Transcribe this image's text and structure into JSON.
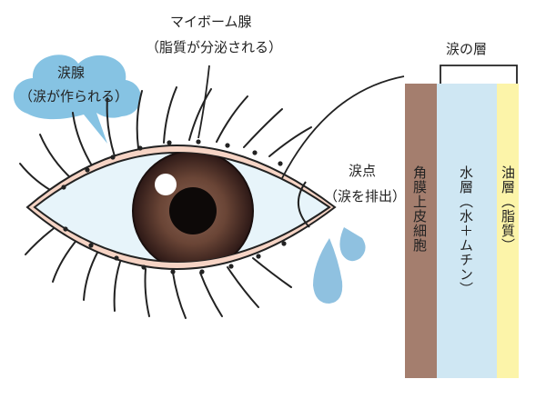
{
  "labels": {
    "meibomian_gland": "マイボーム腺",
    "meibomian_note": "（脂質が分泌される）",
    "lacrimal_gland": "涙腺",
    "lacrimal_gland_note": "（涙が作られる）",
    "lacrimal_punctum": "涙点",
    "lacrimal_punctum_note": "（涙を排出）",
    "tear_layer": "涙の層"
  },
  "layers": [
    {
      "label": "角膜上皮細胞",
      "color": "#a47e6e"
    },
    {
      "label": "水層（水＋ムチン）",
      "color": "#cfe7f3"
    },
    {
      "label": "油層（脂質）",
      "color": "#fcf4a9"
    }
  ],
  "colors": {
    "eyelid_fill": "#f6d4c5",
    "sclera": "#e7f4fa",
    "iris_outer": "#3b2522",
    "iris_inner": "#7a5648",
    "tear_drop": "#8fc1e0",
    "cloud": "#86c3e3"
  }
}
